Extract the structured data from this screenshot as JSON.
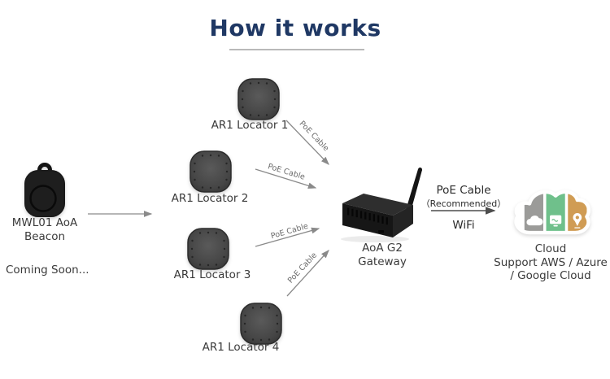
{
  "title": "How it works",
  "nodes": {
    "beacon": {
      "name_line1": "MWL01 AoA",
      "name_line2": "Beacon",
      "status": "Coming Soon..."
    },
    "locators": [
      {
        "label": "AR1 Locator 1"
      },
      {
        "label": "AR1 Locator 2"
      },
      {
        "label": "AR1 Locator 3"
      },
      {
        "label": "AR1 Locator 4"
      }
    ],
    "gateway": {
      "name_line1": "AoA G2",
      "name_line2": "Gateway"
    },
    "cloud": {
      "label": "Cloud",
      "support_line1": "Support AWS / Azure",
      "support_line2": "/ Google Cloud"
    }
  },
  "edges": {
    "locator1_to_gateway": {
      "label": "PoE Cable"
    },
    "locator2_to_gateway": {
      "label": "PoE Cable"
    },
    "locator3_to_gateway": {
      "label": "PoE Cable"
    },
    "locator4_to_gateway": {
      "label": "PoE Cable"
    },
    "gateway_to_cloud": {
      "label_line1": "PoE Cable",
      "label_line2": "（Recommended）",
      "label_line3": "WiFi"
    }
  },
  "colors": {
    "title": "#1f3864",
    "underline": "#b9b9b9",
    "text": "#3a3a3a",
    "arrow": "#8a8a8a",
    "arrow-dark": "#4d4d4d",
    "poe-label": "#6b6b6b",
    "device": "#1b1b1b",
    "locator": "#484848",
    "cloud-gray": "#9b9b99",
    "cloud-green": "#6fc08b",
    "cloud-orange": "#d09c54"
  }
}
